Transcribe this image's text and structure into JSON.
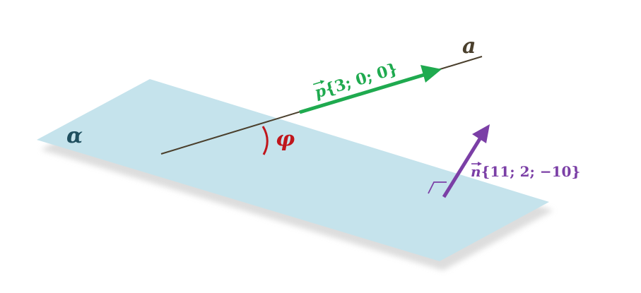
{
  "labels": {
    "plane": "α",
    "line": "a",
    "angle": "φ",
    "p_letter": "p",
    "p_coords": "{3; 0; 0}",
    "n_letter": "n",
    "n_coords": "{11; 2; −10}"
  },
  "colors": {
    "plane_fill": "#c5e3ec",
    "plane_shadow": "#cfcfcf",
    "line": "#4a3f2c",
    "vector_p": "#1faa4f",
    "vector_n": "#7b3fa6",
    "angle": "#c0161c",
    "plane_label": "#1f4f5f",
    "line_label": "#4a3f2c"
  }
}
